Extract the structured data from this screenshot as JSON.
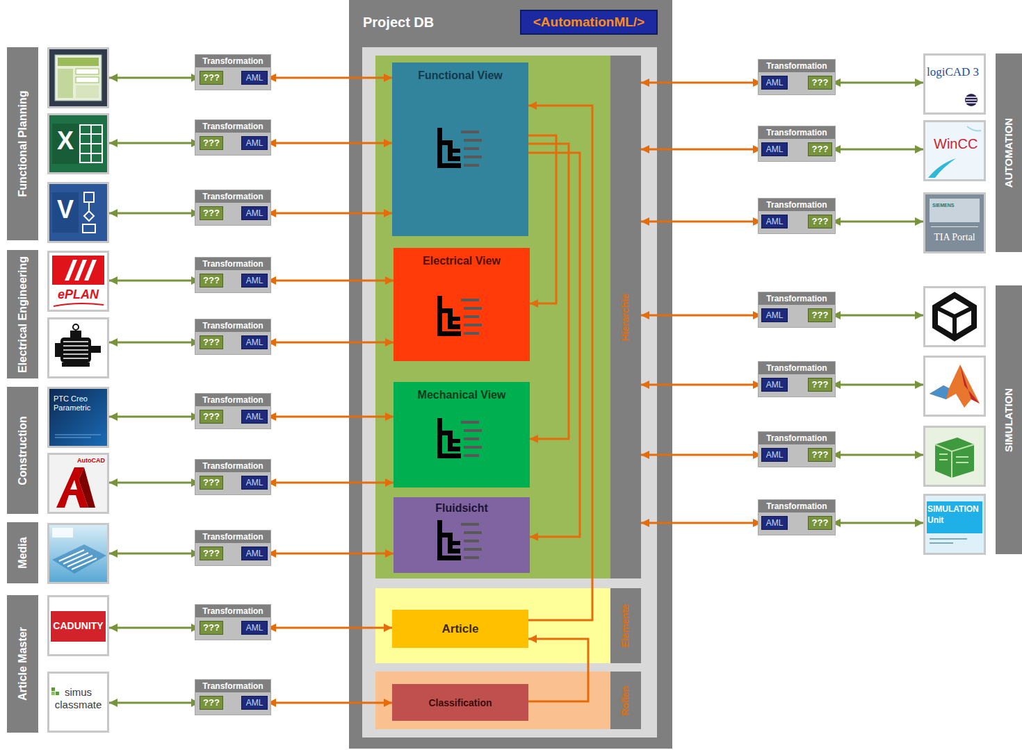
{
  "diagram": {
    "nodes": [
      {
        "text": [
          "Functional Planning"
        ]
      },
      {
        "text": [
          "Electrical Engineering"
        ]
      },
      {
        "text": [
          "Construction"
        ]
      },
      {
        "text": [
          "Media"
        ]
      },
      {
        "text": [
          "Article Master"
        ]
      },
      {
        "text": []
      },
      {
        "text": [
          "X"
        ]
      },
      {
        "text": [
          "V"
        ]
      },
      {
        "text": [
          "ePLAN"
        ]
      },
      {
        "text": []
      },
      {
        "text": [
          "PTC Creo Parametric"
        ]
      },
      {
        "text": [
          "AutoCAD"
        ]
      },
      {
        "text": []
      },
      {
        "text": [
          "CADUNITY"
        ]
      },
      {
        "text": [
          "simus classmate"
        ]
      },
      {
        "text": [
          "Transformation"
        ]
      },
      {
        "text": [
          "???"
        ],
        "in": 15
      },
      {
        "text": [
          "AML"
        ],
        "in": 15
      },
      {
        "text": [
          "Transformation"
        ]
      },
      {
        "text": [
          "???"
        ],
        "in": 18
      },
      {
        "text": [
          "AML"
        ],
        "in": 18
      },
      {
        "text": [
          "Transformation"
        ]
      },
      {
        "text": [
          "???"
        ],
        "in": 21
      },
      {
        "text": [
          "AML"
        ],
        "in": 21
      },
      {
        "text": [
          "Transformation"
        ]
      },
      {
        "text": [
          "???"
        ],
        "in": 24
      },
      {
        "text": [
          "AML"
        ],
        "in": 24
      },
      {
        "text": [
          "Transformation"
        ]
      },
      {
        "text": [
          "???"
        ],
        "in": 27
      },
      {
        "text": [
          "AML"
        ],
        "in": 27
      },
      {
        "text": [
          "Transformation"
        ]
      },
      {
        "text": [
          "???"
        ],
        "in": 30
      },
      {
        "text": [
          "AML"
        ],
        "in": 30
      },
      {
        "text": [
          "Transformation"
        ]
      },
      {
        "text": [
          "???"
        ],
        "in": 33
      },
      {
        "text": [
          "AML"
        ],
        "in": 33
      },
      {
        "text": [
          "Transformation"
        ]
      },
      {
        "text": [
          "???"
        ],
        "in": 36
      },
      {
        "text": [
          "AML"
        ],
        "in": 36
      },
      {
        "text": [
          "Transformation"
        ]
      },
      {
        "text": [
          "???"
        ],
        "in": 39
      },
      {
        "text": [
          "AML"
        ],
        "in": 39
      },
      {
        "text": [
          "Transformation"
        ]
      },
      {
        "text": [
          "???"
        ],
        "in": 42
      },
      {
        "text": [
          "AML"
        ],
        "in": 42
      },
      {
        "text": [
          "Project DB"
        ]
      },
      {
        "text": [
          "<AutomationML/>"
        ],
        "in": 45
      },
      {
        "text": [
          "Functional View"
        ],
        "in": 45
      },
      {
        "text": [
          "Electrical View"
        ],
        "in": 45
      },
      {
        "text": [
          "Mechanical View"
        ],
        "in": 45
      },
      {
        "text": [
          "Fluidsicht"
        ],
        "in": 45
      },
      {
        "text": [
          "Hierarchie"
        ],
        "in": 45
      },
      {
        "text": [
          "Article"
        ],
        "in": 45
      },
      {
        "text": [
          "Elemente"
        ],
        "in": 45
      },
      {
        "text": [
          "Classification"
        ],
        "in": 45
      },
      {
        "text": [
          "Rollen"
        ],
        "in": 45
      },
      {
        "text": [
          "Transformation"
        ]
      },
      {
        "text": [
          "AML"
        ],
        "in": 56
      },
      {
        "text": [
          "???"
        ],
        "in": 56
      },
      {
        "text": [
          "Transformation"
        ]
      },
      {
        "text": [
          "AML"
        ],
        "in": 59
      },
      {
        "text": [
          "???"
        ],
        "in": 59
      },
      {
        "text": [
          "Transformation"
        ]
      },
      {
        "text": [
          "AML"
        ],
        "in": 62
      },
      {
        "text": [
          "???"
        ],
        "in": 62
      },
      {
        "text": [
          "Transformation"
        ]
      },
      {
        "text": [
          "AML"
        ],
        "in": 65
      },
      {
        "text": [
          "???"
        ],
        "in": 65
      },
      {
        "text": [
          "Transformation"
        ]
      },
      {
        "text": [
          "AML"
        ],
        "in": 68
      },
      {
        "text": [
          "???"
        ],
        "in": 68
      },
      {
        "text": [
          "Transformation"
        ]
      },
      {
        "text": [
          "AML"
        ],
        "in": 71
      },
      {
        "text": [
          "???"
        ],
        "in": 71
      },
      {
        "text": [
          "Transformation"
        ]
      },
      {
        "text": [
          "AML"
        ],
        "in": 74
      },
      {
        "text": [
          "???"
        ],
        "in": 74
      },
      {
        "text": [
          "logiCAD 3"
        ]
      },
      {
        "text": [
          "WinCC"
        ]
      },
      {
        "text": [
          "SIEMENS",
          "TIA Portal"
        ]
      },
      {
        "text": []
      },
      {
        "text": []
      },
      {
        "text": []
      },
      {
        "text": [
          "SIMULATION Unit"
        ]
      },
      {
        "text": [
          "AUTOMATION"
        ]
      },
      {
        "text": [
          "SIMULATION"
        ]
      }
    ],
    "edges": [
      {
        "from": 5,
        "to": 16,
        "arrow": "both"
      },
      {
        "from": 6,
        "to": 19,
        "arrow": "both"
      },
      {
        "from": 7,
        "to": 22,
        "arrow": "both"
      },
      {
        "from": 8,
        "to": 25,
        "arrow": "both"
      },
      {
        "from": 9,
        "to": 28,
        "arrow": "both"
      },
      {
        "from": 10,
        "to": 31,
        "arrow": "both"
      },
      {
        "from": 11,
        "to": 34,
        "arrow": "both"
      },
      {
        "from": 12,
        "to": 37,
        "arrow": "both"
      },
      {
        "from": 13,
        "to": 40,
        "arrow": "both"
      },
      {
        "from": 14,
        "to": 43,
        "arrow": "both"
      },
      {
        "from": 17,
        "to": 47,
        "arrow": "both"
      },
      {
        "from": 20,
        "to": 47,
        "arrow": "both"
      },
      {
        "from": 23,
        "to": 47,
        "arrow": "both"
      },
      {
        "from": 26,
        "to": 48,
        "arrow": "both"
      },
      {
        "from": 29,
        "to": 48,
        "arrow": "both"
      },
      {
        "from": 32,
        "to": 49,
        "arrow": "both"
      },
      {
        "from": 35,
        "to": 49,
        "arrow": "both"
      },
      {
        "from": 38,
        "to": 50,
        "arrow": "both"
      },
      {
        "from": 41,
        "to": 52,
        "arrow": "both"
      },
      {
        "from": 44,
        "to": 54,
        "arrow": "both"
      },
      {
        "from": 47,
        "to": 48,
        "arrow": "to"
      },
      {
        "from": 47,
        "to": 49,
        "arrow": "to"
      },
      {
        "from": 47,
        "to": 50,
        "arrow": "to"
      },
      {
        "from": 52,
        "to": 47,
        "arrow": "to"
      },
      {
        "from": 54,
        "to": 52,
        "arrow": "to"
      },
      {
        "from": 51,
        "to": 57,
        "arrow": "both"
      },
      {
        "from": 51,
        "to": 60,
        "arrow": "both"
      },
      {
        "from": 51,
        "to": 63,
        "arrow": "both"
      },
      {
        "from": 51,
        "to": 66,
        "arrow": "both"
      },
      {
        "from": 51,
        "to": 69,
        "arrow": "both"
      },
      {
        "from": 51,
        "to": 72,
        "arrow": "both"
      },
      {
        "from": 51,
        "to": 75,
        "arrow": "both"
      },
      {
        "from": 58,
        "to": 77,
        "arrow": "both"
      },
      {
        "from": 61,
        "to": 78,
        "arrow": "both"
      },
      {
        "from": 64,
        "to": 79,
        "arrow": "both"
      },
      {
        "from": 67,
        "to": 80,
        "arrow": "both"
      },
      {
        "from": 70,
        "to": 81,
        "arrow": "both"
      },
      {
        "from": 73,
        "to": 82,
        "arrow": "both"
      },
      {
        "from": 76,
        "to": 83,
        "arrow": "both"
      }
    ]
  }
}
